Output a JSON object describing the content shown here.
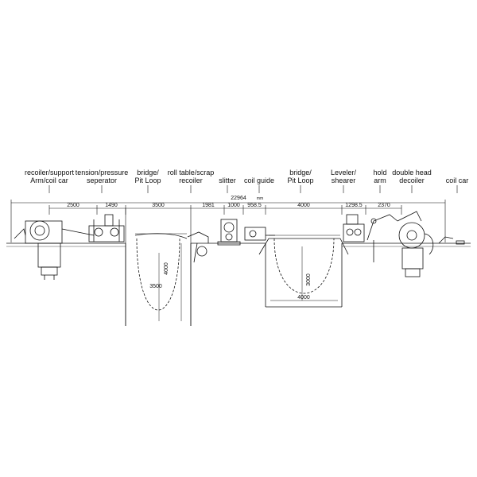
{
  "labels": {
    "recoiler": [
      "recoiler/support",
      "Arm/coil car"
    ],
    "tension": [
      "tension/pressure",
      "seperator"
    ],
    "bridge_left": [
      "bridge/",
      "Pit Loop"
    ],
    "roll_table": [
      "roll table/scrap",
      "recoiler"
    ],
    "slitter": [
      "slitter"
    ],
    "coil_guide": [
      "coil guide"
    ],
    "bridge_right": [
      "bridge/",
      "Pit Loop"
    ],
    "leveler": [
      "Leveler/",
      "shearer"
    ],
    "hold_arm": [
      "hold",
      "arm"
    ],
    "decoiler": [
      "double head",
      "decoiler"
    ],
    "coil_car": [
      "coil car"
    ]
  },
  "dimensions": {
    "total": "22964",
    "unit": "mm",
    "segments": [
      "2500",
      "1490",
      "3500",
      "1981",
      "1000",
      "958.5",
      "4000",
      "1298.5",
      "2370"
    ],
    "pit_left_depth": "4000",
    "pit_left_width": "3500",
    "pit_right_depth": "3000",
    "pit_right_width": "4000"
  }
}
